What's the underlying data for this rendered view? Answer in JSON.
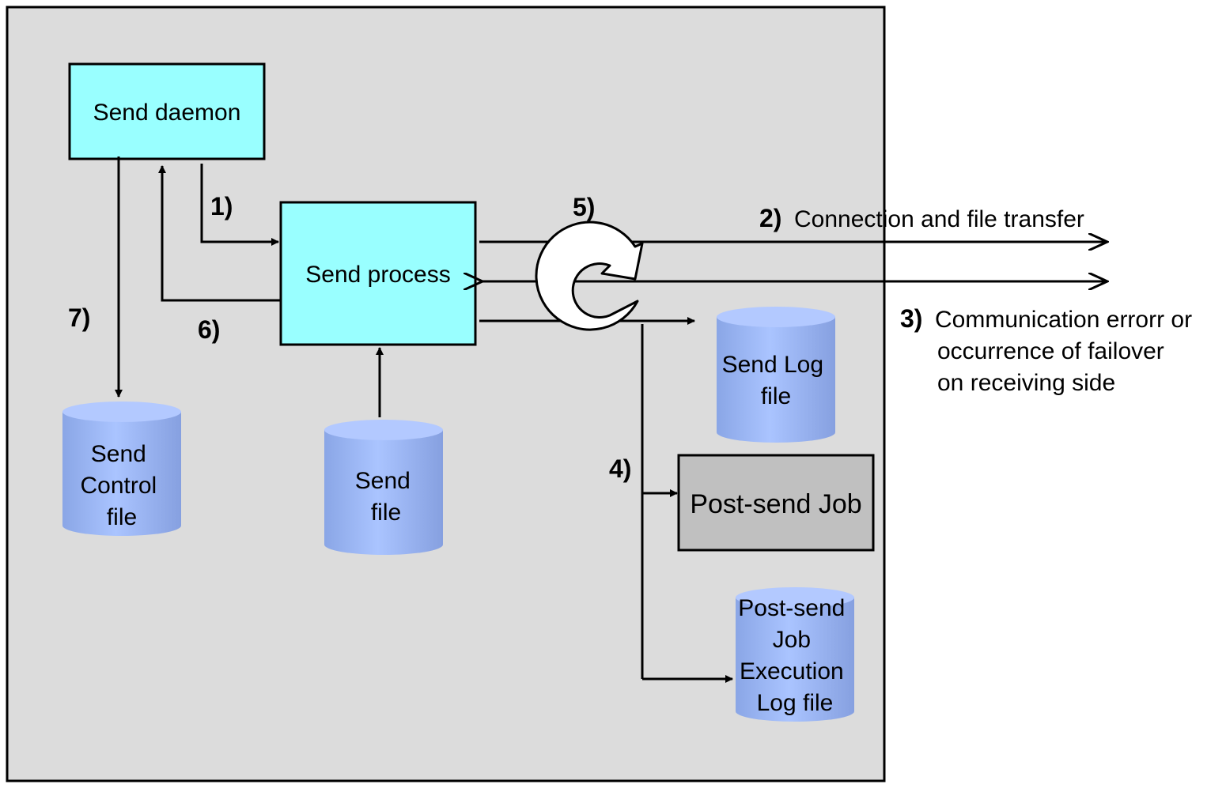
{
  "nodes": {
    "send_daemon": "Send daemon",
    "send_process": "Send process",
    "post_send_job": "Post-send Job"
  },
  "stores": {
    "send_control_file": [
      "Send",
      "Control",
      "file"
    ],
    "send_file": [
      "Send",
      "file"
    ],
    "send_log_file": [
      "Send Log",
      "file"
    ],
    "post_send_job_log": [
      "Post-send",
      "Job",
      "Execution",
      "Log file"
    ]
  },
  "steps": {
    "s1": "1)",
    "s2": "2)",
    "s3": "3)",
    "s4": "4)",
    "s5": "5)",
    "s6": "6)",
    "s7": "7)"
  },
  "annotations": {
    "transfer": "Connection and file transfer",
    "error_line1": "Communication errorr or",
    "error_line2": "occurrence of failover",
    "error_line3": "on receiving side"
  },
  "colors": {
    "panel_bg": "#dcdcdc",
    "process_fill": "#99ffff",
    "job_fill": "#c0c0c0",
    "cylinder_fill": "#99b3f0",
    "line": "#000000"
  }
}
